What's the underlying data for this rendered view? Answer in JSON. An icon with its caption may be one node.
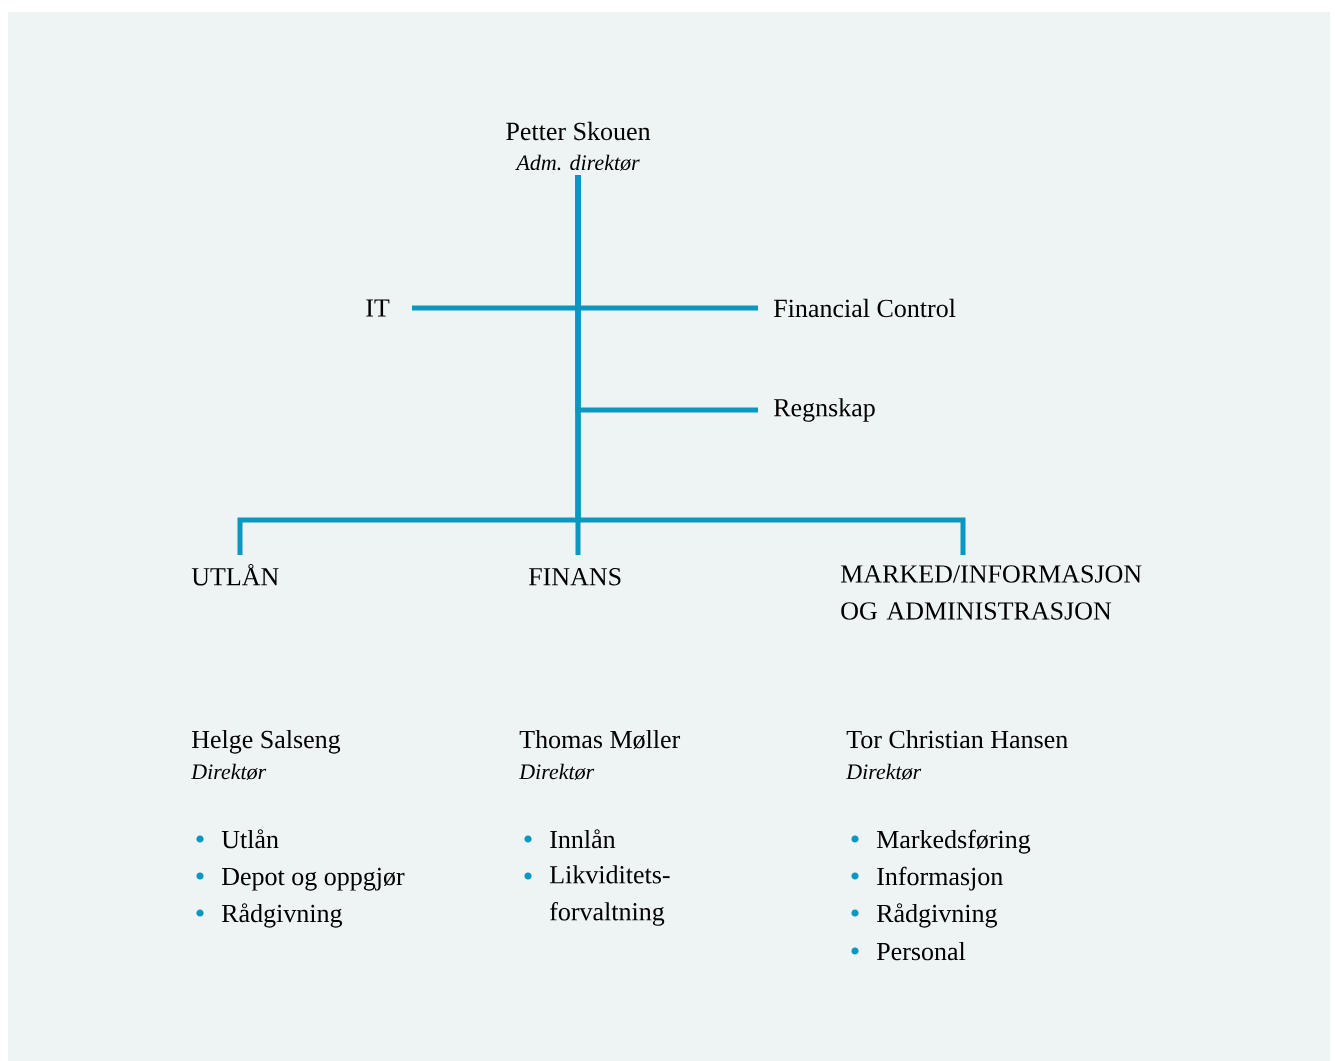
{
  "diagram": {
    "nodes": [
      {
        "text": [
          "Petter Skouen",
          "Adm. direktør"
        ]
      },
      {
        "text": [
          "IT"
        ]
      },
      {
        "text": [
          "Financial Control"
        ]
      },
      {
        "text": [
          "Regnskap"
        ]
      },
      {
        "text": [
          "UTLÅN"
        ]
      },
      {
        "text": [
          "FINANS"
        ]
      },
      {
        "text": [
          "MARKED/INFORMASJON OG ADMINISTRASJON"
        ]
      }
    ],
    "edges": [
      {
        "from": 0,
        "to": 1,
        "arrow": "none"
      },
      {
        "from": 0,
        "to": 2,
        "arrow": "none"
      },
      {
        "from": 0,
        "to": 3,
        "arrow": "none"
      },
      {
        "from": 0,
        "to": 4,
        "arrow": "none"
      },
      {
        "from": 0,
        "to": 5,
        "arrow": "none"
      },
      {
        "from": 0,
        "to": 6,
        "arrow": "none"
      }
    ],
    "labels": [
      "Helge Salseng",
      "Direktør",
      "Utlån",
      "Depot og oppgjør",
      "Rådgivning",
      "Thomas Møller",
      "Direktør",
      "Innlån",
      "Likviditets- forvaltning",
      "Tor Christian Hansen",
      "Direktør",
      "Markedsføring",
      "Informasjon",
      "Rådgivning",
      "Personal"
    ]
  }
}
